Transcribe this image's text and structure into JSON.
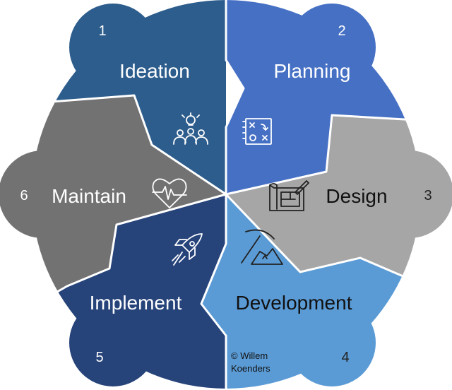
{
  "segments": [
    {
      "number": "1",
      "label": "Ideation",
      "color": "#2d5d8c",
      "icon": "lightbulb-people-icon"
    },
    {
      "number": "2",
      "label": "Planning",
      "color": "#4670c4",
      "icon": "strategy-board-icon"
    },
    {
      "number": "3",
      "label": "Design",
      "color": "#a6a6a6",
      "icon": "blueprint-icon"
    },
    {
      "number": "4",
      "label": "Development",
      "color": "#5b9bd5",
      "icon": "pickaxe-icon"
    },
    {
      "number": "5",
      "label": "Implement",
      "color": "#26437a",
      "icon": "rocket-icon"
    },
    {
      "number": "6",
      "label": "Maintain",
      "color": "#727272",
      "icon": "heart-pulse-icon"
    }
  ],
  "credit": {
    "line1": "© Willem",
    "line2": "Koenders"
  }
}
